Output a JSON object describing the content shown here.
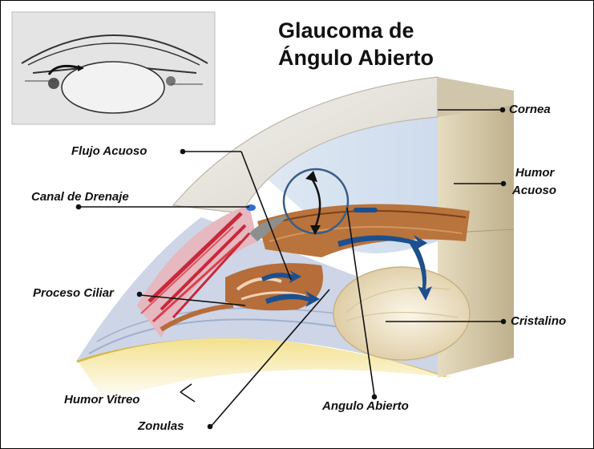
{
  "title": {
    "line1": "Glaucoma de",
    "line2": "Ángulo Abierto"
  },
  "labels": {
    "cornea": "Cornea",
    "humor_acuoso": {
      "line1": "Humor",
      "line2": "Acuoso"
    },
    "cristalino": "Cristalino",
    "flujo_acuoso": "Flujo Acuoso",
    "canal_drenaje": "Canal de Drenaje",
    "proceso_ciliar": "Proceso Ciliar",
    "humor_vitreo": "Humor Vitreo",
    "zonulas": "Zonulas",
    "angulo_abierto": "Angulo Abierto"
  },
  "colors": {
    "cornea": "#e9e6df",
    "humor_acuoso": "#cfdcec",
    "cristalino": "#efe4c6",
    "iris": "#b8743c",
    "flow_arrows": "#1d4f8f",
    "muscle": "#c8283a",
    "vitreo": "#e8cf63",
    "sclera": "#c7cfe2"
  },
  "icons": [
    "eye-cross-section-inset",
    "flow-arrow-icon",
    "angle-circle-indicator",
    "double-headed-arrow-icon"
  ]
}
